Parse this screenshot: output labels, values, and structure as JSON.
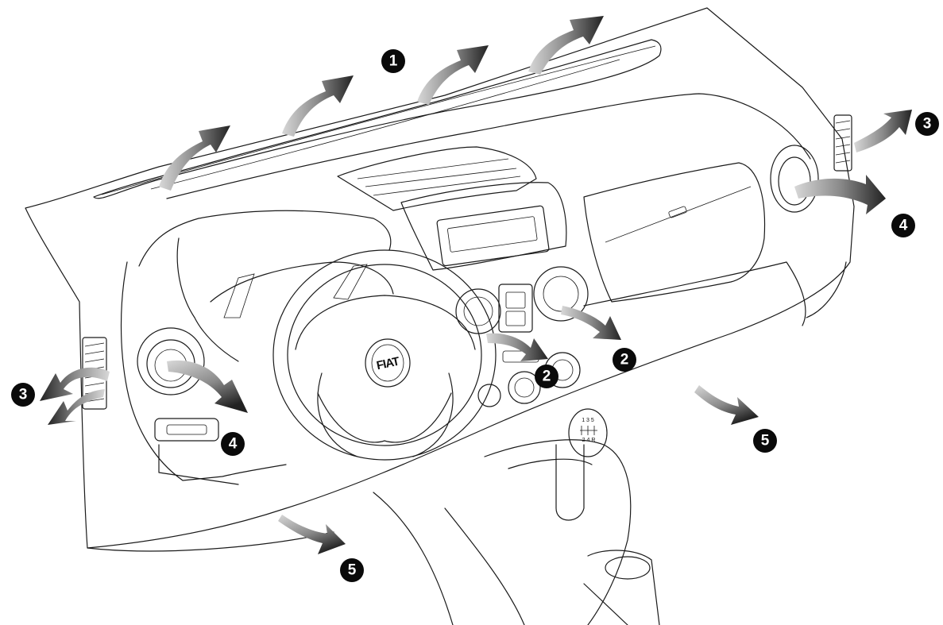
{
  "figure": {
    "logo_text": "FIAT",
    "gear_pattern": [
      "1",
      "3",
      "5",
      "2",
      "4",
      "R"
    ],
    "arrow_color_dark": "#2b2b2b",
    "arrow_color_light": "#bdbdbd"
  },
  "callouts": [
    {
      "id": "c1-top",
      "label": "1"
    },
    {
      "id": "c2-center-right",
      "label": "2"
    },
    {
      "id": "c2-center",
      "label": "2"
    },
    {
      "id": "c3-right",
      "label": "3"
    },
    {
      "id": "c3-left",
      "label": "3"
    },
    {
      "id": "c4-right",
      "label": "4"
    },
    {
      "id": "c4-left",
      "label": "4"
    },
    {
      "id": "c5-right",
      "label": "5"
    },
    {
      "id": "c5-left",
      "label": "5"
    }
  ]
}
